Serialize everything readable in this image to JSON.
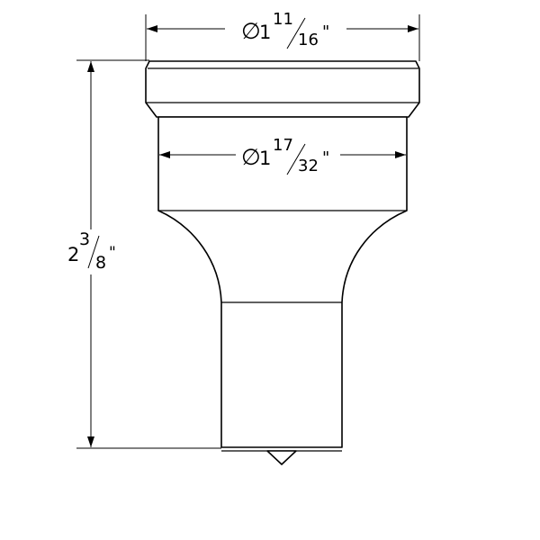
{
  "dimensions": {
    "top_diameter": {
      "symbol": "∅",
      "whole": "1",
      "numerator": "11",
      "denominator": "16",
      "unit": "\""
    },
    "shank_diameter": {
      "symbol": "∅",
      "whole": "1",
      "numerator": "17",
      "denominator": "32",
      "unit": "\""
    },
    "overall_length": {
      "whole": "2",
      "numerator": "3",
      "denominator": "8",
      "unit": "\""
    }
  },
  "colors": {
    "line": "#000000",
    "background": "#ffffff"
  }
}
